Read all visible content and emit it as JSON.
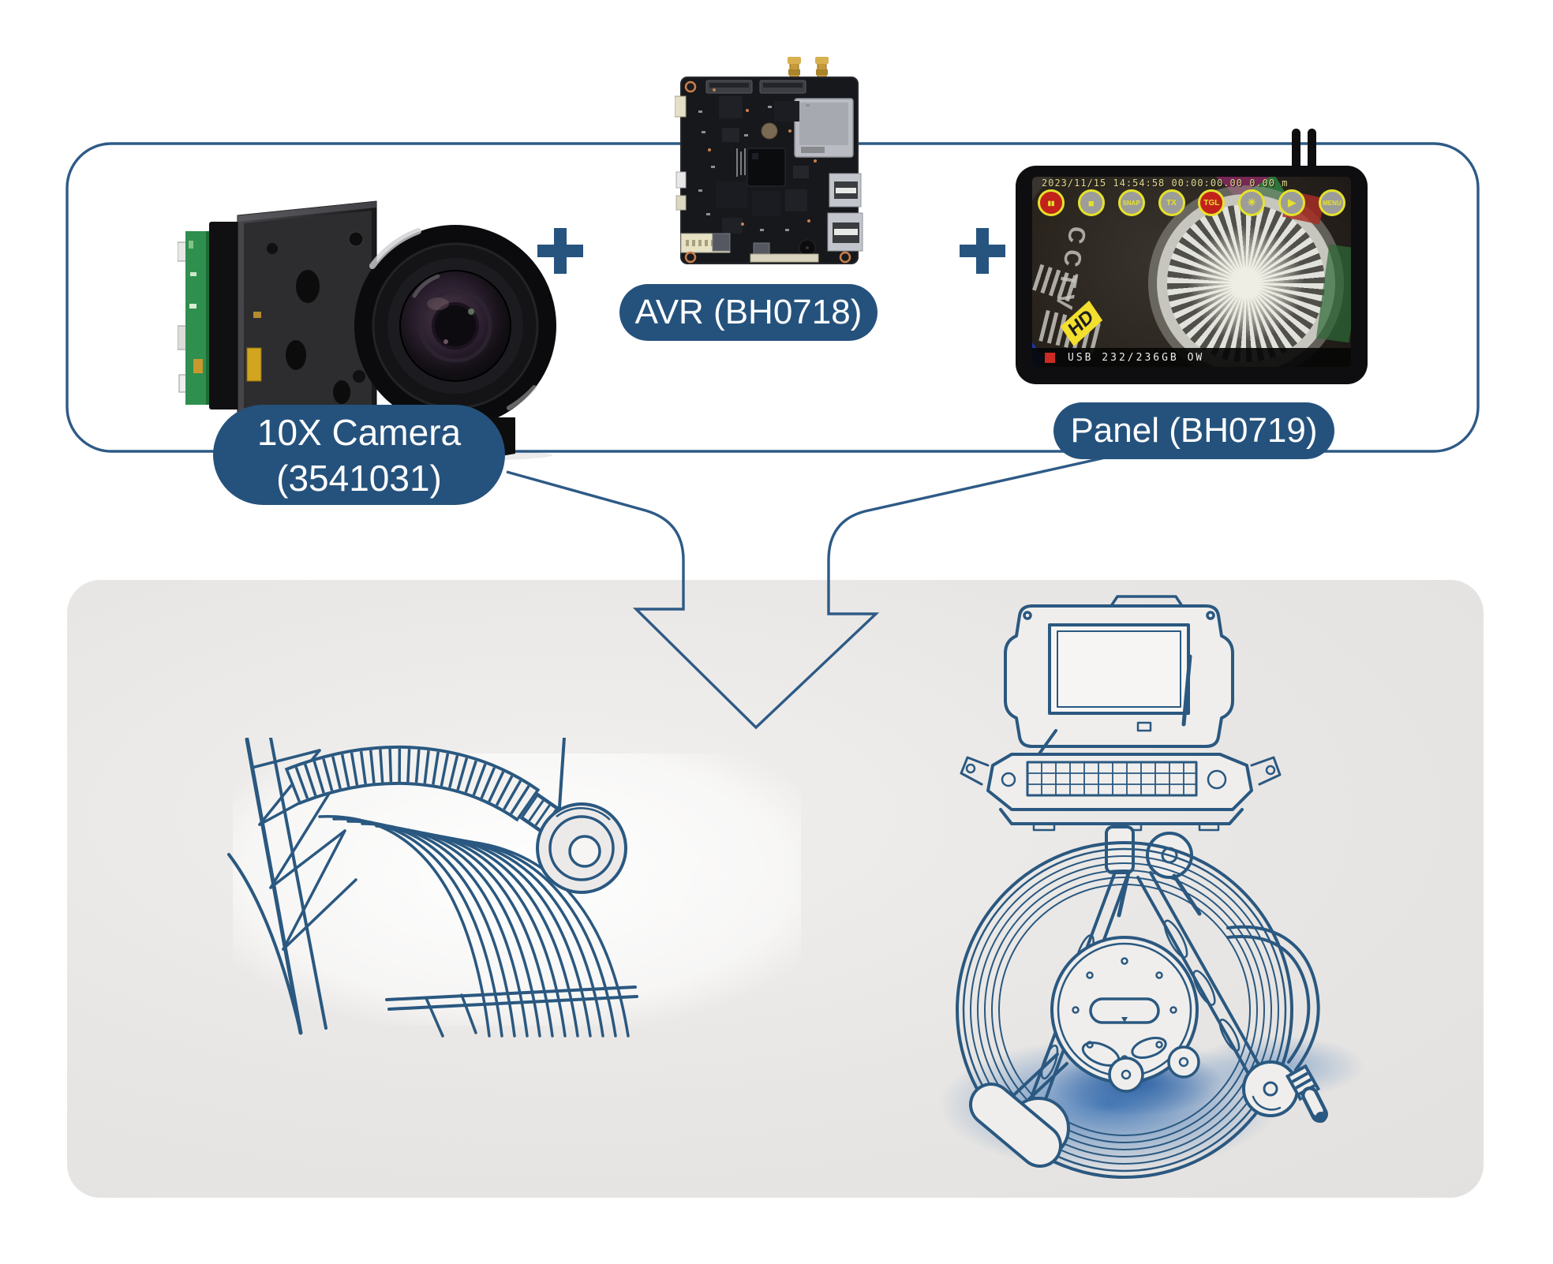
{
  "colors": {
    "accent_pill": "#25527C",
    "connector_line": "#2E5A86",
    "plus_symbol_color": "#27547F",
    "gray_panel_bg": "#E8E6E4",
    "illustration_line": "#2A5880",
    "glow_blue": "#3D74B5",
    "button_border_yellow": "#E5E22B",
    "button_red": "#C3211C",
    "button_gray": "#9C9C9A"
  },
  "plus_symbol": "+",
  "labels": {
    "camera_line1": "10X Camera",
    "camera_line2": "(3541031)",
    "avr": "AVR (BH0718)",
    "panel": "Panel (BH0719)"
  },
  "monitor": {
    "status_text": "2023/11/15 14:54:58 00:00:00.00 0.00 m",
    "buttons": [
      {
        "name": "pause",
        "label": "▮▮",
        "color": "red"
      },
      {
        "name": "stop",
        "label": "■",
        "color": "gray"
      },
      {
        "name": "snap",
        "label": "SNAP",
        "color": "gray"
      },
      {
        "name": "tx",
        "label": "TX",
        "color": "gray"
      },
      {
        "name": "tgl",
        "label": "TGL",
        "color": "red"
      },
      {
        "name": "brightness",
        "label": "☀",
        "color": "gray"
      },
      {
        "name": "play",
        "label": "▶",
        "color": "gray"
      },
      {
        "name": "menu",
        "label": "MENU",
        "color": "gray"
      }
    ],
    "screen": {
      "cctv_text": "CCTV",
      "hd_text": "HD"
    },
    "bottom_text": "USB 232/236GB OW"
  }
}
